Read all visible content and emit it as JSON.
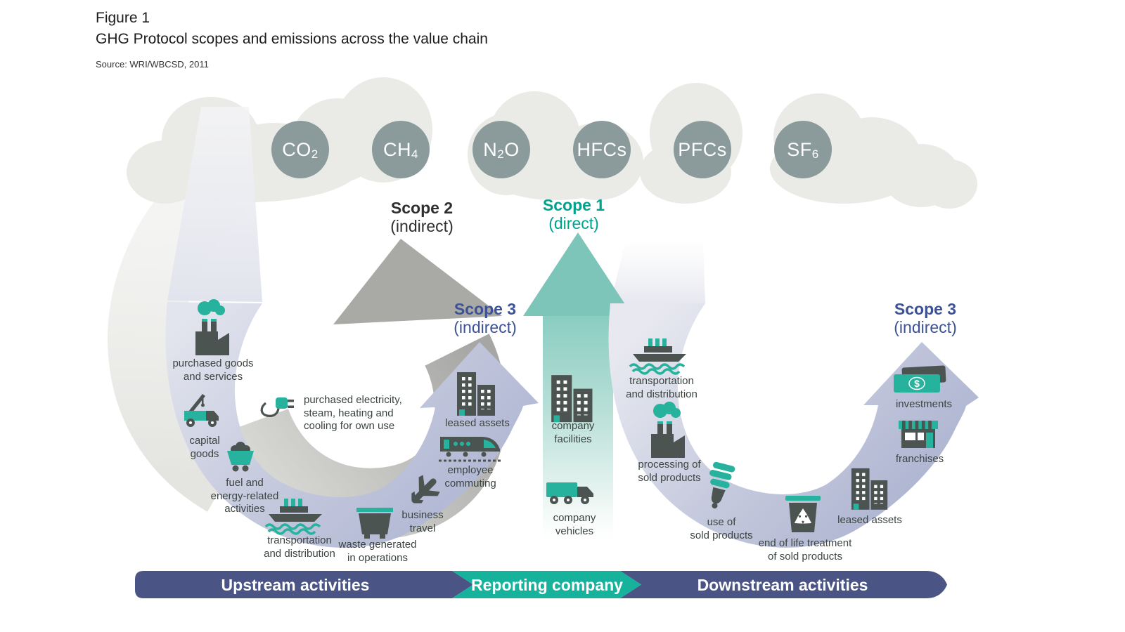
{
  "figure": {
    "label": "Figure 1",
    "title": "GHG Protocol scopes and emissions across the value chain",
    "source": "Source: WRI/WBCSD, 2011"
  },
  "gases": [
    {
      "pre": "CO",
      "sub": "2",
      "post": ""
    },
    {
      "pre": "CH",
      "sub": "4",
      "post": ""
    },
    {
      "pre": "N",
      "sub": "2",
      "post": "O"
    },
    {
      "pre": "HFCs",
      "sub": "",
      "post": ""
    },
    {
      "pre": "PFCs",
      "sub": "",
      "post": ""
    },
    {
      "pre": "SF",
      "sub": "6",
      "post": ""
    }
  ],
  "scopes": {
    "scope2": {
      "name": "Scope 2",
      "qualifier": "(indirect)"
    },
    "scope1": {
      "name": "Scope 1",
      "qualifier": "(direct)"
    },
    "scope3_upstream": {
      "name": "Scope 3",
      "qualifier": "(indirect)"
    },
    "scope3_downstream": {
      "name": "Scope 3",
      "qualifier": "(indirect)"
    }
  },
  "scope2_category": {
    "label": "purchased electricity,\nsteam, heating and\ncooling for own use",
    "icon": "plug-icon"
  },
  "upstream": {
    "items": [
      {
        "label": "purchased goods\nand services",
        "icon": "factory-cloud-icon"
      },
      {
        "label": "capital\ngoods",
        "icon": "crane-truck-icon"
      },
      {
        "label": "fuel and\nenergy-related\nactivities",
        "icon": "mine-cart-icon"
      },
      {
        "label": "transportation\nand distribution",
        "icon": "ship-icon"
      },
      {
        "label": "waste generated\nin operations",
        "icon": "dumpster-icon"
      },
      {
        "label": "business\ntravel",
        "icon": "airplane-icon"
      },
      {
        "label": "employee\ncommuting",
        "icon": "train-icon"
      },
      {
        "label": "leased assets",
        "icon": "buildings-icon"
      }
    ]
  },
  "reporting": {
    "items": [
      {
        "label": "company\nfacilities",
        "icon": "buildings-icon"
      },
      {
        "label": "company\nvehicles",
        "icon": "truck-icon"
      }
    ]
  },
  "downstream": {
    "items": [
      {
        "label": "transportation\nand distribution",
        "icon": "ship-icon"
      },
      {
        "label": "processing of\nsold products",
        "icon": "factory-cloud-icon"
      },
      {
        "label": "use of\nsold products",
        "icon": "cfl-bulb-icon"
      },
      {
        "label": "end of life treatment\nof sold products",
        "icon": "recycle-bin-icon"
      },
      {
        "label": "leased assets",
        "icon": "buildings-icon"
      },
      {
        "label": "franchises",
        "icon": "storefront-icon"
      },
      {
        "label": "investments",
        "icon": "banknotes-icon",
        "symbol": "$"
      }
    ]
  },
  "bar": {
    "upstream": "Upstream activities",
    "reporting": "Reporting company",
    "downstream": "Downstream activities"
  },
  "colors": {
    "teal_accent": "#26b29d",
    "teal_arrow": "#7dc5b8",
    "teal_bar": "#17b29c",
    "navy_bar": "#4a5585",
    "lavender": "#b4bbd6",
    "gray_arrow": "#a9a9a6",
    "cloud": "#eaebe7",
    "gas_circle": "#8b9a9b",
    "scope3_text": "#3d5296",
    "scope1_text": "#00a28e",
    "scope2_text": "#2e2e2e",
    "icon_dark": "#4c5452"
  }
}
